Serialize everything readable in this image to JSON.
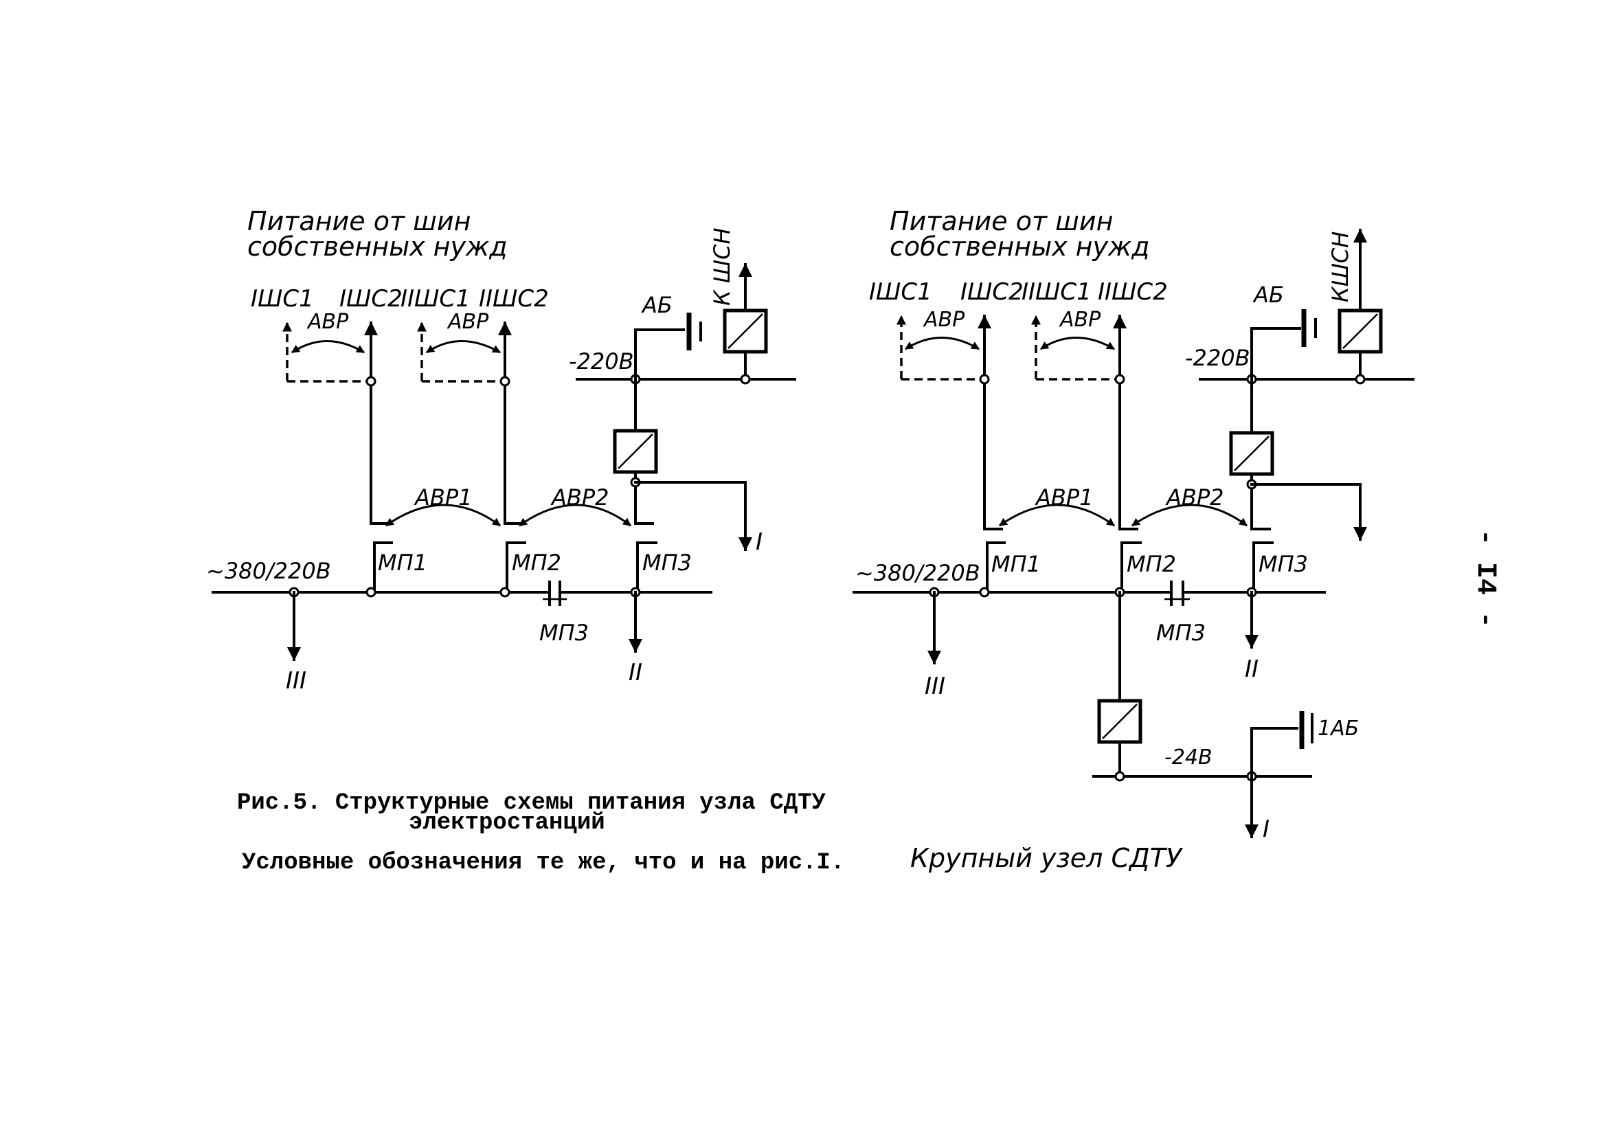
{
  "page_number": "- I4 -",
  "left": {
    "supply_title_1": "Питание от шин",
    "supply_title_2": "собственных нужд",
    "sources": [
      "IШС1",
      "IШС2",
      "IIШС1",
      "IIШС2"
    ],
    "avr": "АВР",
    "avr1": "АВР1",
    "avr2": "АВР2",
    "ab": "АБ",
    "kshsn": "К ШСН",
    "dc_bus": "-220В",
    "ac_bus": "~380/220В",
    "mp1": "МП1",
    "mp2": "МП2",
    "mp3": "МП3",
    "mp3_bottom": "МП3",
    "out_1": "I",
    "out_2": "II",
    "out_3": "III"
  },
  "right": {
    "supply_title_1": "Питание от шин",
    "supply_title_2": "собственных нужд",
    "sources": [
      "IШС1",
      "IШС2",
      "IIШС1",
      "IIШС2"
    ],
    "avr": "АВР",
    "avr1": "АВР1",
    "avr2": "АВР2",
    "ab": "АБ",
    "kshsn": "КШСН",
    "dc_bus": "-220В",
    "ac_bus": "~380/220В",
    "mp1": "МП1",
    "mp2": "МП2",
    "mp3": "МП3",
    "mp3_bottom": "МП3",
    "out_2": "II",
    "out_3": "III",
    "bus_24": "-24В",
    "ab1": "1АБ",
    "out_1": "I",
    "label": "Крупный узел СДТУ"
  },
  "caption": {
    "line1": "Рис.5. Структурные схемы питания узла СДТУ",
    "line2": "электростанций",
    "line3": "Условные обозначения те же, что и на рис.I."
  }
}
